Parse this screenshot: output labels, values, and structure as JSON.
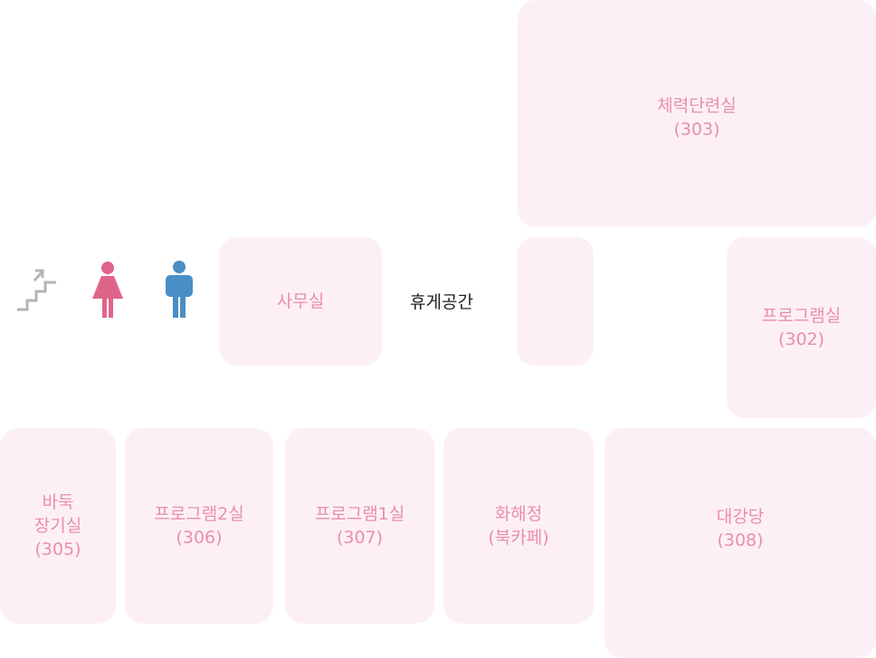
{
  "rooms": {
    "fitness": {
      "name": "체력단련실",
      "number": "(303)"
    },
    "office": {
      "name": "사무실"
    },
    "program302": {
      "name": "프로그램실",
      "number": "(302)"
    },
    "baduk": {
      "line1": "바둑",
      "line2": "장기실",
      "number": "(305)"
    },
    "program306": {
      "name": "프로그램2실",
      "number": "(306)"
    },
    "program307": {
      "name": "프로그램1실",
      "number": "(307)"
    },
    "hwahaejeong": {
      "name": "화해정",
      "sub": "(북카페)"
    },
    "auditorium": {
      "name": "대강당",
      "number": "(308)"
    }
  },
  "lounge": {
    "label": "휴게공간"
  },
  "icons": {
    "stairs": "stairs-icon",
    "women": "women-restroom-icon",
    "men": "men-restroom-icon"
  },
  "colors": {
    "room_fill": "#fdf0f4",
    "room_text": "#e98fa8",
    "women": "#e0648a",
    "men": "#4a8ec6",
    "stairs": "#b5b5b5"
  }
}
